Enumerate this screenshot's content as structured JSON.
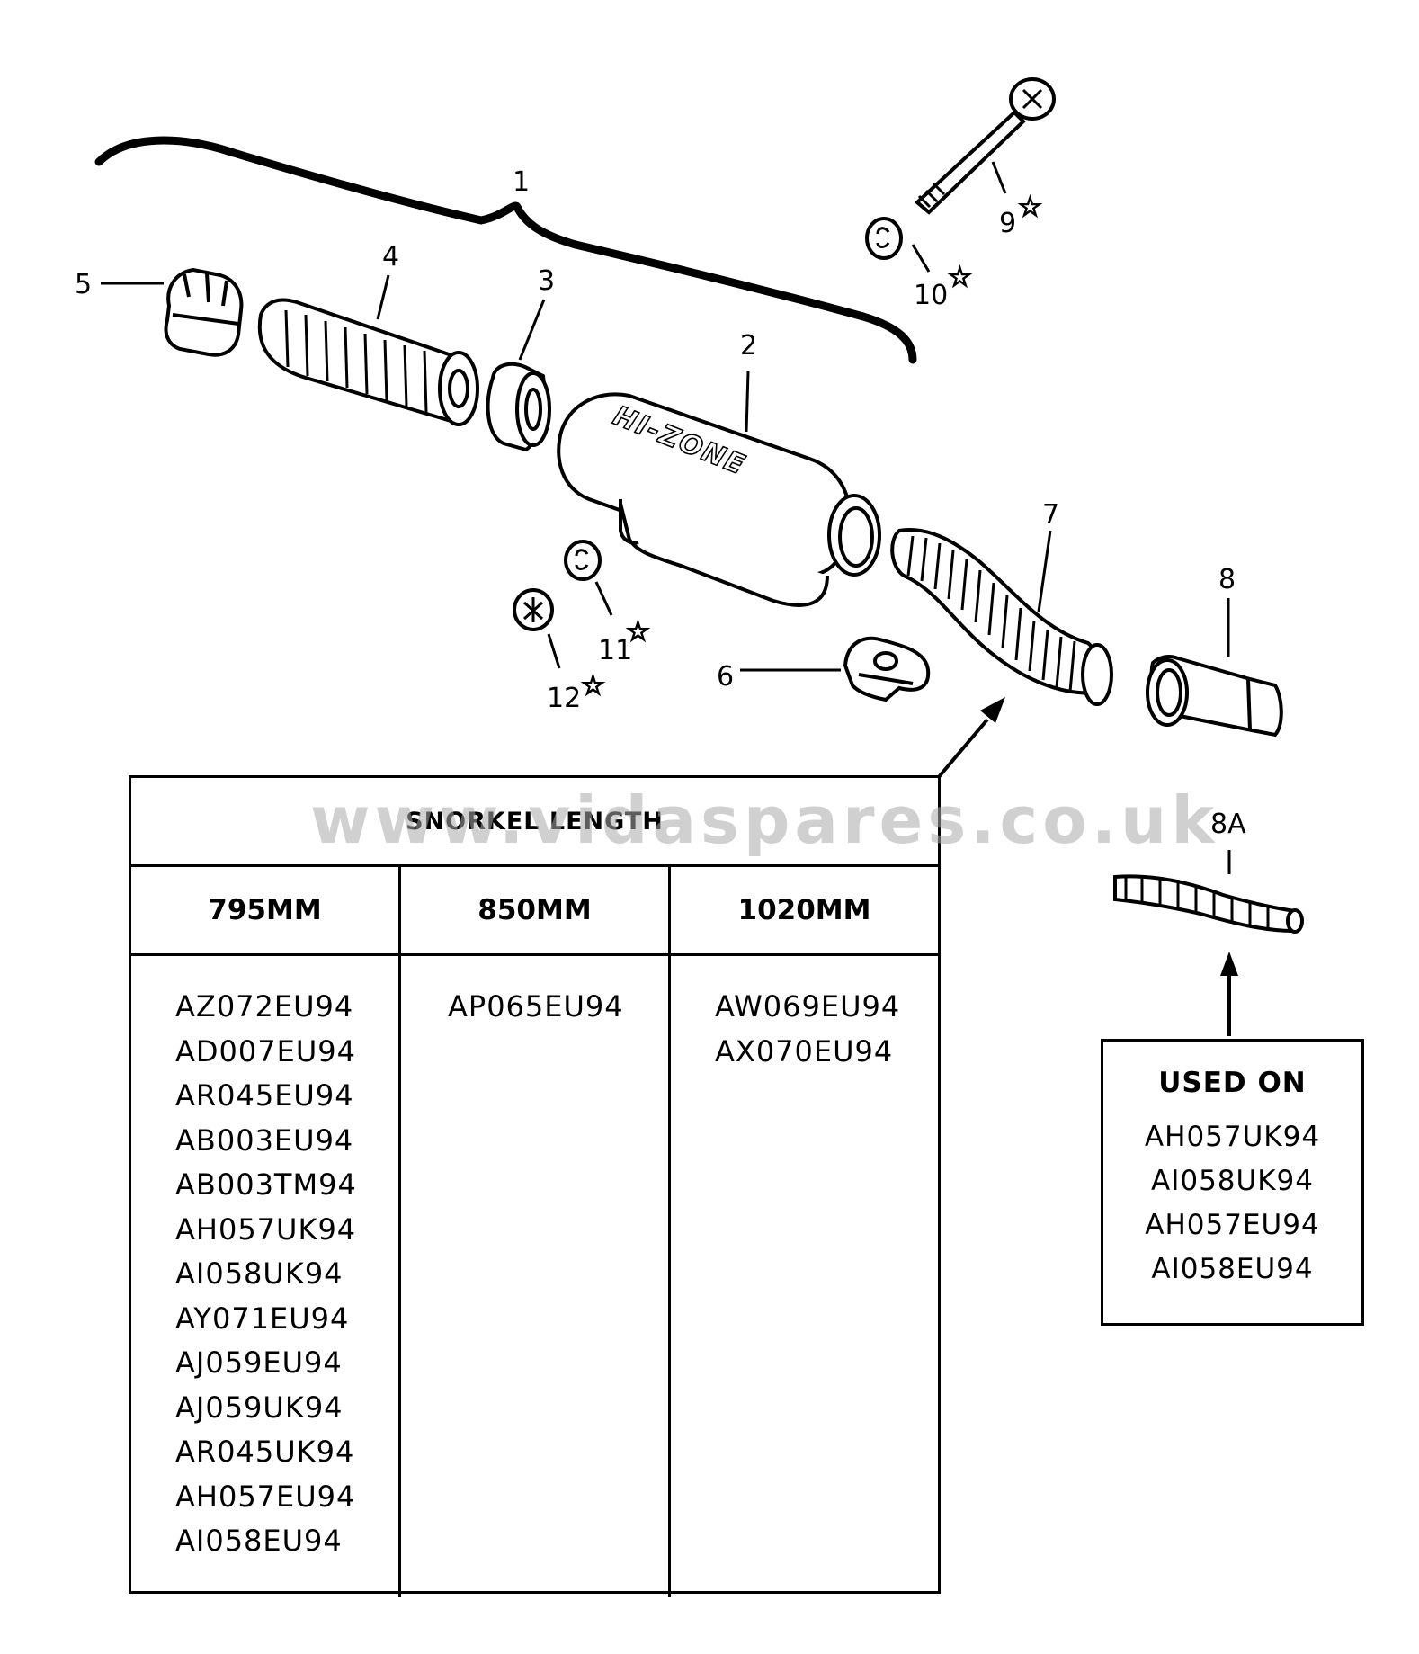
{
  "callouts": {
    "c1": "1",
    "c2": "2",
    "c3": "3",
    "c4": "4",
    "c5": "5",
    "c6": "6",
    "c7": "7",
    "c8": "8",
    "c8a": "8A",
    "c9": "9",
    "c10": "10",
    "c11": "11",
    "c12": "12"
  },
  "star_symbol": "☆",
  "logo_text": "HI-ZONE",
  "snorkel_table": {
    "title": "SNORKEL LENGTH",
    "columns": [
      {
        "header": "795MM",
        "models": [
          "AZ072EU94",
          "AD007EU94",
          "AR045EU94",
          "AB003EU94",
          "AB003TM94",
          "AH057UK94",
          "AI058UK94",
          "AY071EU94",
          "AJ059EU94",
          "AJ059UK94",
          "AR045UK94",
          "AH057EU94",
          "AI058EU94"
        ]
      },
      {
        "header": "850MM",
        "models": [
          "AP065EU94"
        ]
      },
      {
        "header": "1020MM",
        "models": [
          "AW069EU94",
          "AX070EU94"
        ]
      }
    ]
  },
  "used_on": {
    "title": "USED ON",
    "models": [
      "AH057UK94",
      "AI058UK94",
      "AH057EU94",
      "AI058EU94"
    ]
  },
  "watermark": "www.vidaspares.co.uk"
}
